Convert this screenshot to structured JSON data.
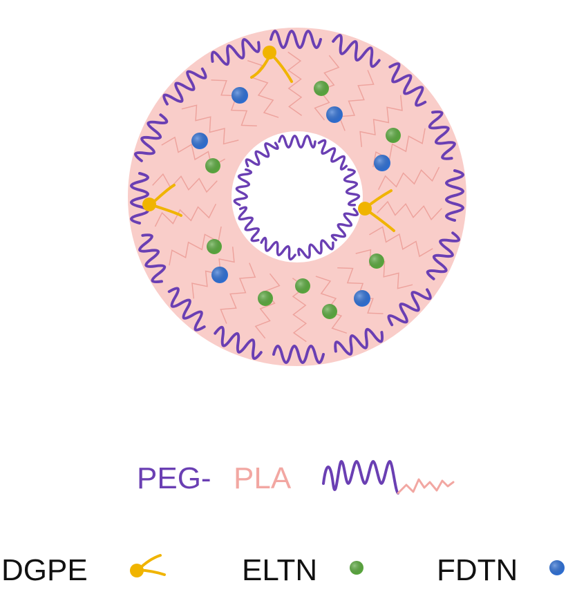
{
  "colors": {
    "peg": "#6a3fb3",
    "pla": "#f2a7a2",
    "core": "#f8c8c3",
    "dgpe": "#f0b400",
    "eltn": "#5aa83e",
    "fdtn": "#2f6fd3",
    "text": "#111111"
  },
  "legend": {
    "peg_label": "PEG-",
    "pla_label": "PLA",
    "dgpe_label": "DGPE",
    "eltn_label": "ELTN",
    "fdtn_label": "FDTN"
  },
  "icons": [
    "peg-coil-icon",
    "pla-chain-icon",
    "dgpe-lipid-icon",
    "eltn-dot-icon",
    "fdtn-dot-icon"
  ]
}
